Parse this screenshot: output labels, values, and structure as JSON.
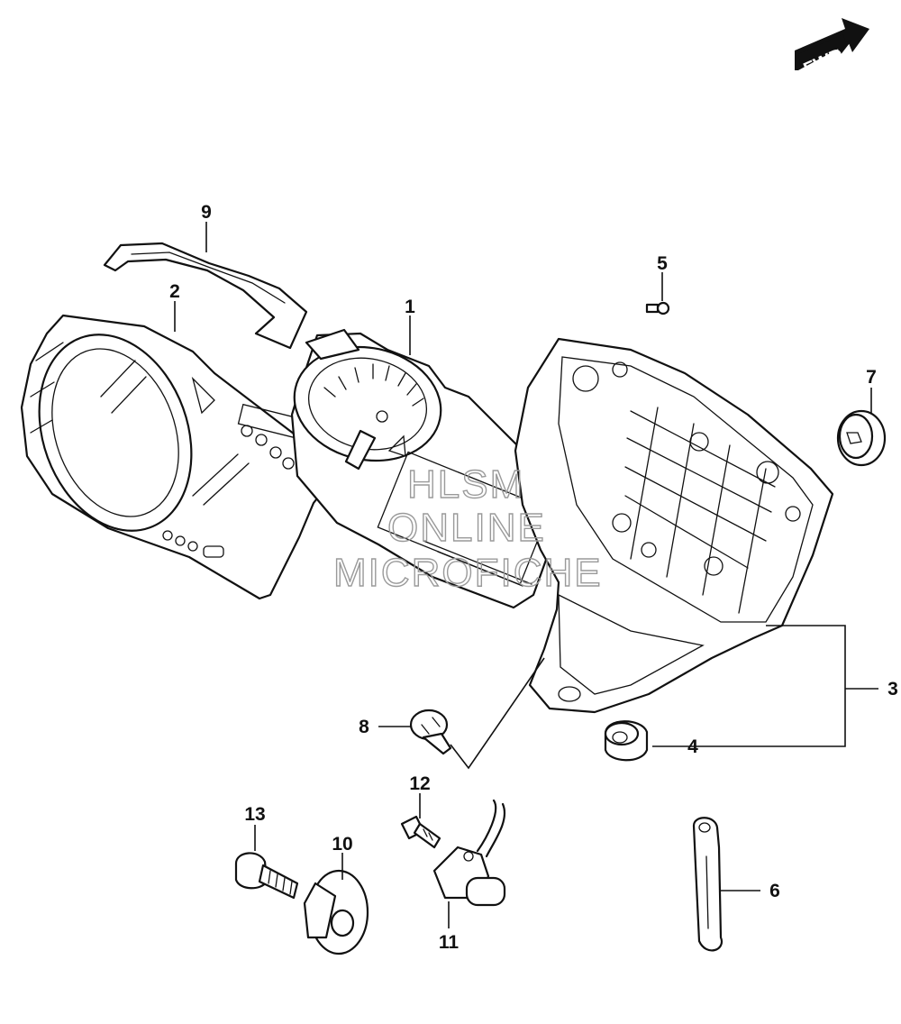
{
  "fwd_label": "FWD",
  "watermark": {
    "line1": "HLSM",
    "line2": "ONLINE",
    "line3": "MICROFICHE"
  },
  "callouts": [
    {
      "id": "1",
      "text": "1"
    },
    {
      "id": "2",
      "text": "2"
    },
    {
      "id": "3",
      "text": "3"
    },
    {
      "id": "4",
      "text": "4"
    },
    {
      "id": "5",
      "text": "5"
    },
    {
      "id": "6",
      "text": "6"
    },
    {
      "id": "7",
      "text": "7"
    },
    {
      "id": "8",
      "text": "8"
    },
    {
      "id": "9",
      "text": "9"
    },
    {
      "id": "10",
      "text": "10"
    },
    {
      "id": "11",
      "text": "11"
    },
    {
      "id": "12",
      "text": "12"
    },
    {
      "id": "13",
      "text": "13"
    }
  ]
}
